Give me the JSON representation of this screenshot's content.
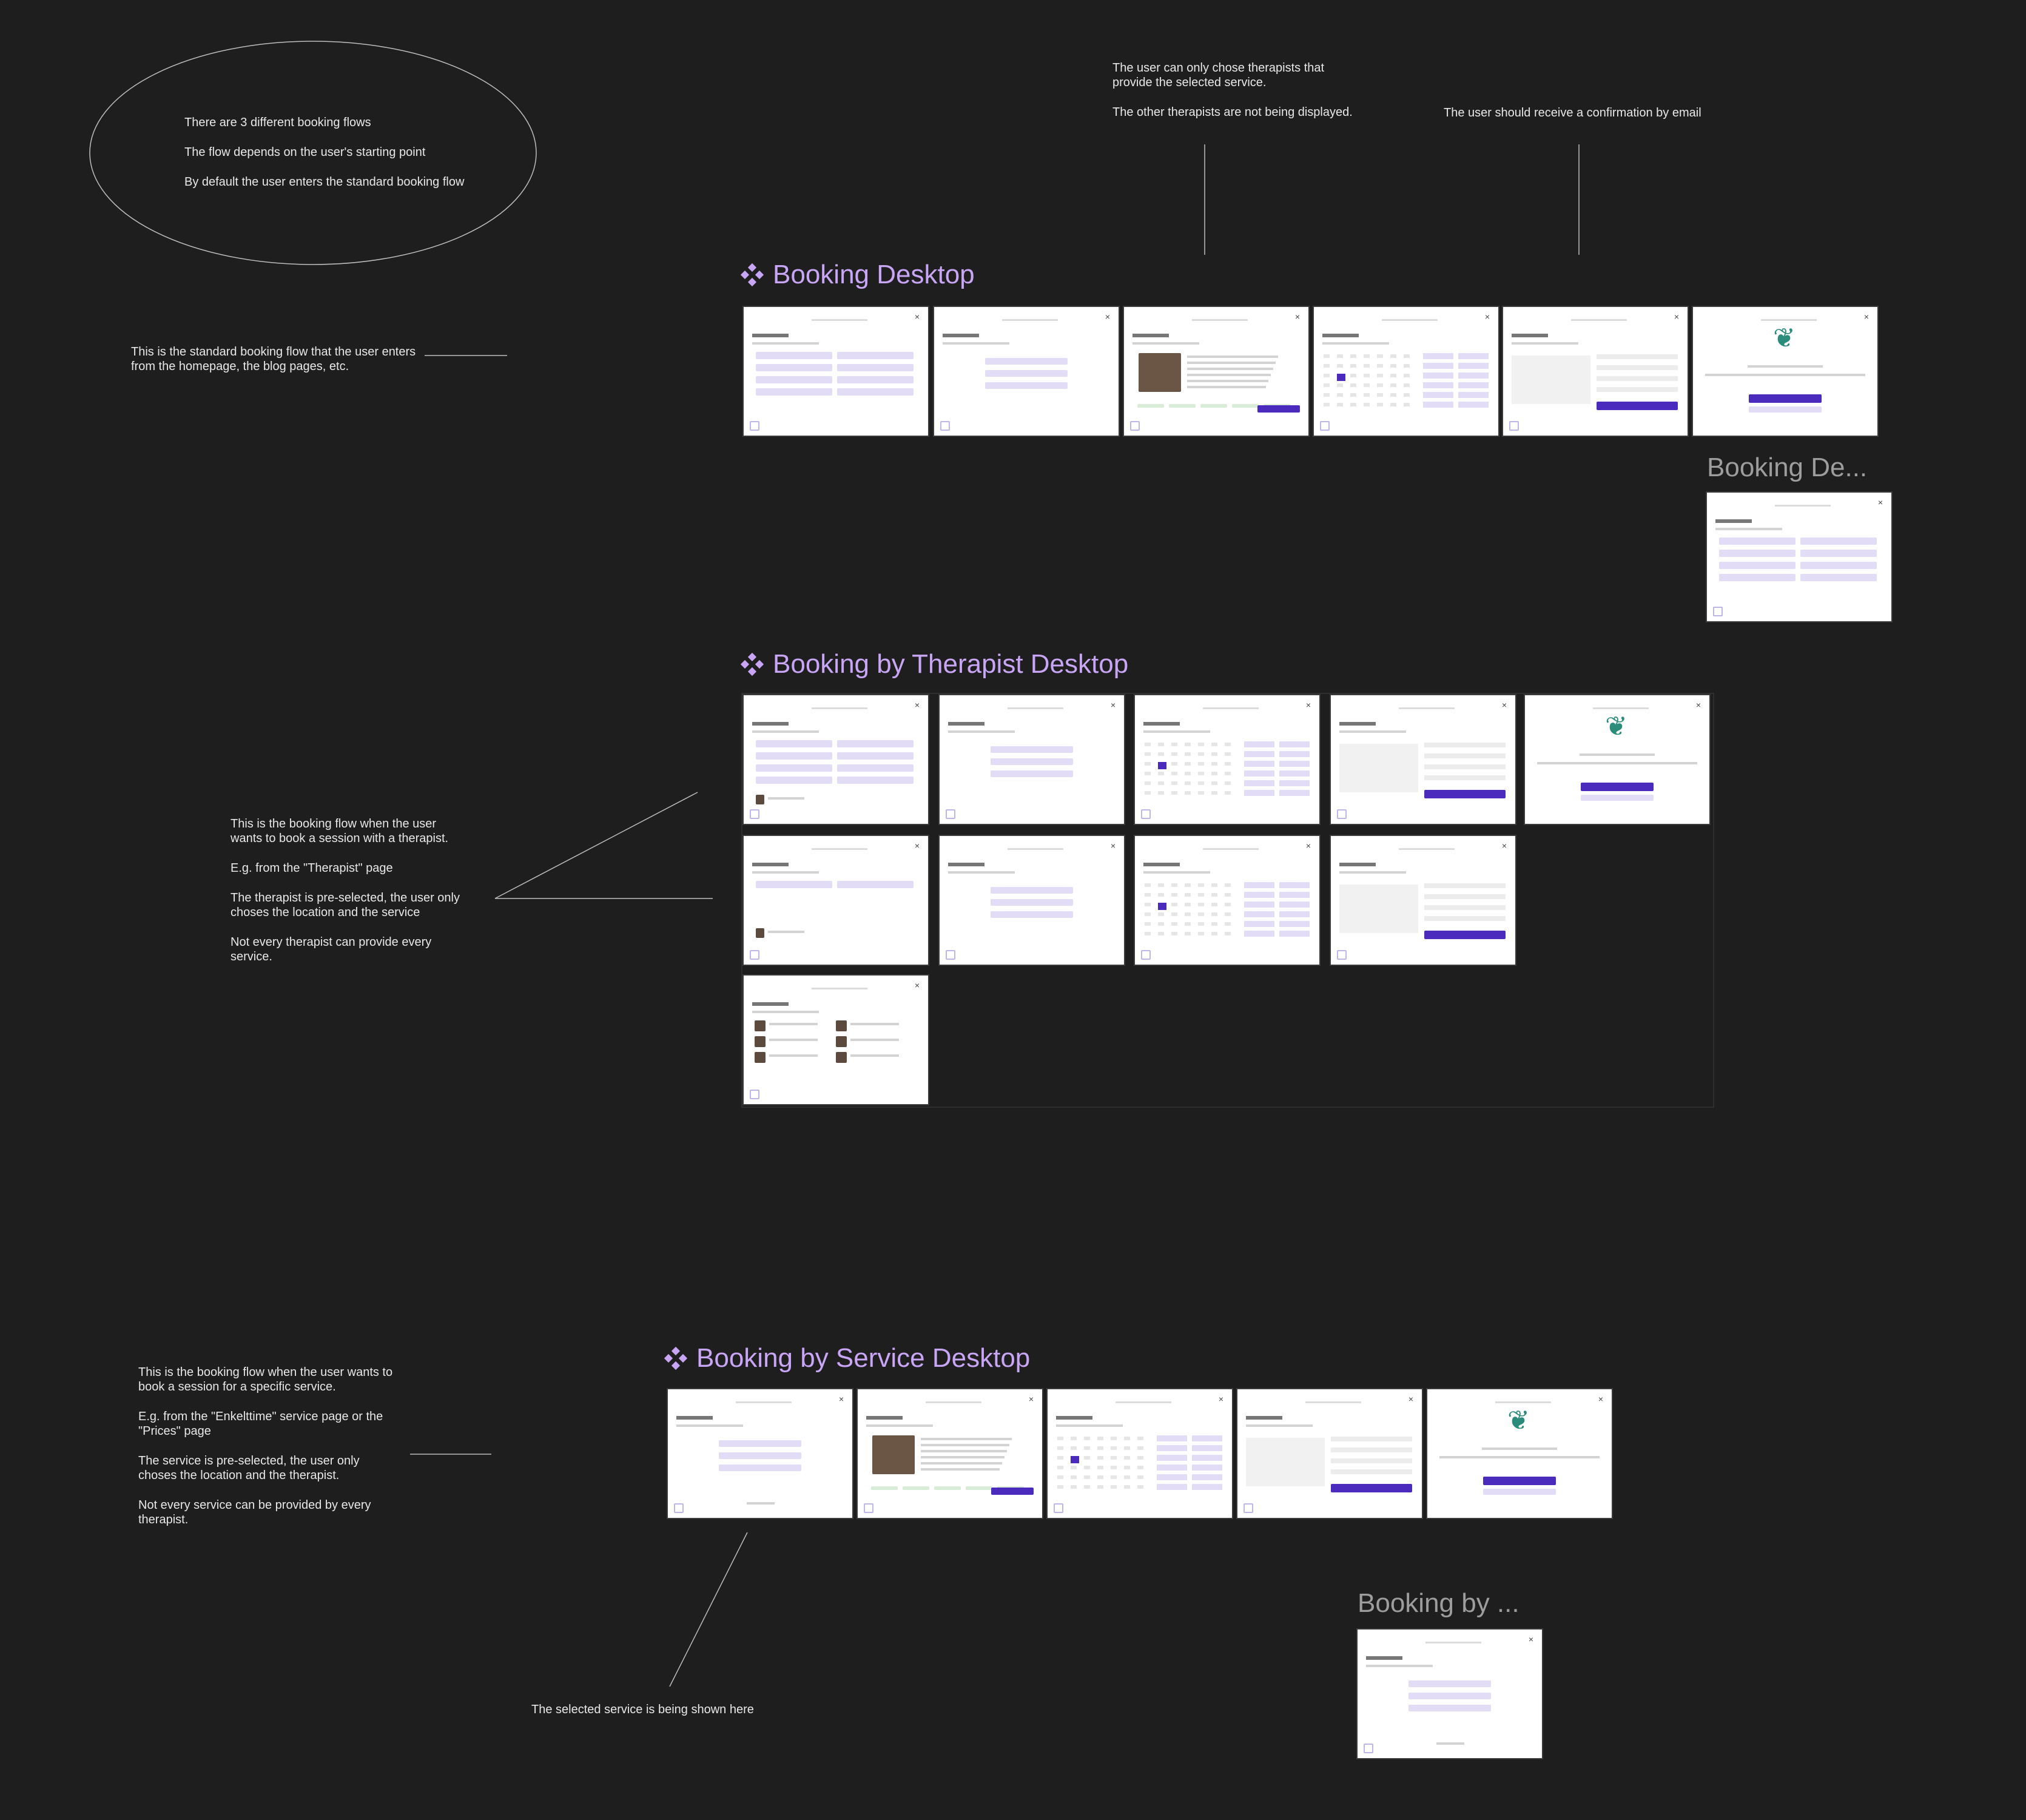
{
  "notes": {
    "intro": [
      "There are 3 different booking flows",
      "The flow depends on the user's starting point",
      "By default the user enters the standard booking flow"
    ],
    "service_filter": [
      "The user can only chose therapists that provide the selected service.",
      "The other therapists are not being displayed."
    ],
    "confirmation": [
      "The user should receive a confirmation by email"
    ],
    "standard_flow": [
      "This is the standard booking flow that the user enters from the homepage, the blog pages, etc."
    ],
    "therapist_flow": [
      "This is the booking flow when the user wants to book a session with a therapist.",
      "E.g. from the \"Therapist\" page",
      "The therapist is pre-selected, the user only choses the location and the service",
      "Not every therapist can provide every service."
    ],
    "service_flow": [
      "This is the booking flow when the user wants to book a session for a specific service.",
      "E.g. from the \"Enkelttime\" service page or the \"Prices\" page",
      "The service is pre-selected, the user only choses the location and the therapist.",
      "Not every service can be provided by every therapist."
    ],
    "selected_service": [
      "The selected service is being shown here"
    ]
  },
  "sections": {
    "booking_desktop": "Booking Desktop",
    "booking_desktop_ghost": "Booking De...",
    "booking_by_therapist": "Booking by Therapist Desktop",
    "booking_by_service": "Booking by Service Desktop",
    "booking_by_ghost": "Booking by ..."
  },
  "icons": {
    "component": "component-icon",
    "close": "close-icon",
    "leaf": "leaf-icon"
  },
  "colors": {
    "background": "#1f1e1f",
    "title": "#c9a6f5",
    "accent": "#4b2bbd",
    "option": "#e2dcf6"
  }
}
